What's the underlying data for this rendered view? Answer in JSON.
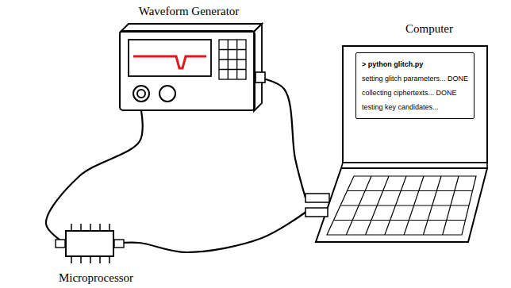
{
  "diagram": {
    "nodes": [
      {
        "text": [
          "Waveform Generator"
        ]
      },
      {
        "text": [
          "Computer"
        ]
      },
      {
        "text": [
          "> python glitch.py",
          "setting glitch parameters... DONE",
          "collecting ciphertexts... DONE",
          "testing key candidates..."
        ],
        "in": 1
      },
      {
        "text": [
          "Microprocessor"
        ]
      }
    ],
    "edges": [
      {
        "from": 0,
        "to": 3,
        "arrow": "none"
      },
      {
        "from": 0,
        "to": 1,
        "arrow": "none"
      },
      {
        "from": 1,
        "to": 3,
        "arrow": "none"
      }
    ]
  }
}
